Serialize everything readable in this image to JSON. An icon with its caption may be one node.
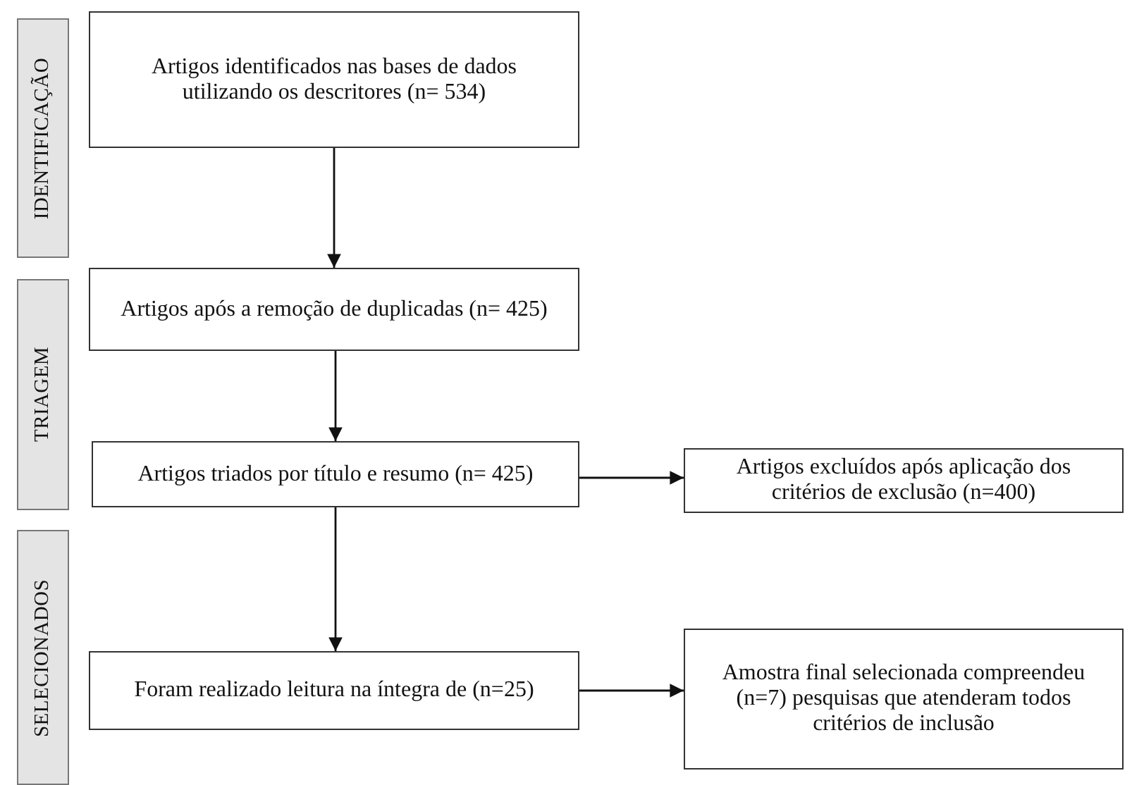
{
  "diagram": {
    "nodes": [
      {
        "text": [
          "IDENTIFICAÇÃO"
        ]
      },
      {
        "text": [
          "TRIAGEM"
        ]
      },
      {
        "text": [
          "SELECIONADOS"
        ]
      },
      {
        "text": [
          "Artigos identificados nas bases de dados utilizando os descritores (n= 534)"
        ]
      },
      {
        "text": [
          "Artigos após a remoção de duplicadas (n= 425)"
        ]
      },
      {
        "text": [
          "Artigos triados por título e resumo (n= 425)"
        ]
      },
      {
        "text": [
          "Artigos excluídos após aplicação dos critérios de exclusão (n=400)"
        ]
      },
      {
        "text": [
          "Foram realizado leitura na íntegra de (n=25)"
        ]
      },
      {
        "text": [
          "Amostra final selecionada compreendeu (n=7) pesquisas que atenderam todos critérios de inclusão"
        ]
      }
    ],
    "edges": [
      {
        "from": 3,
        "to": 4,
        "arrow": "to"
      },
      {
        "from": 4,
        "to": 5,
        "arrow": "to"
      },
      {
        "from": 5,
        "to": 6,
        "arrow": "to"
      },
      {
        "from": 5,
        "to": 7,
        "arrow": "to"
      },
      {
        "from": 7,
        "to": 8,
        "arrow": "to"
      }
    ]
  }
}
